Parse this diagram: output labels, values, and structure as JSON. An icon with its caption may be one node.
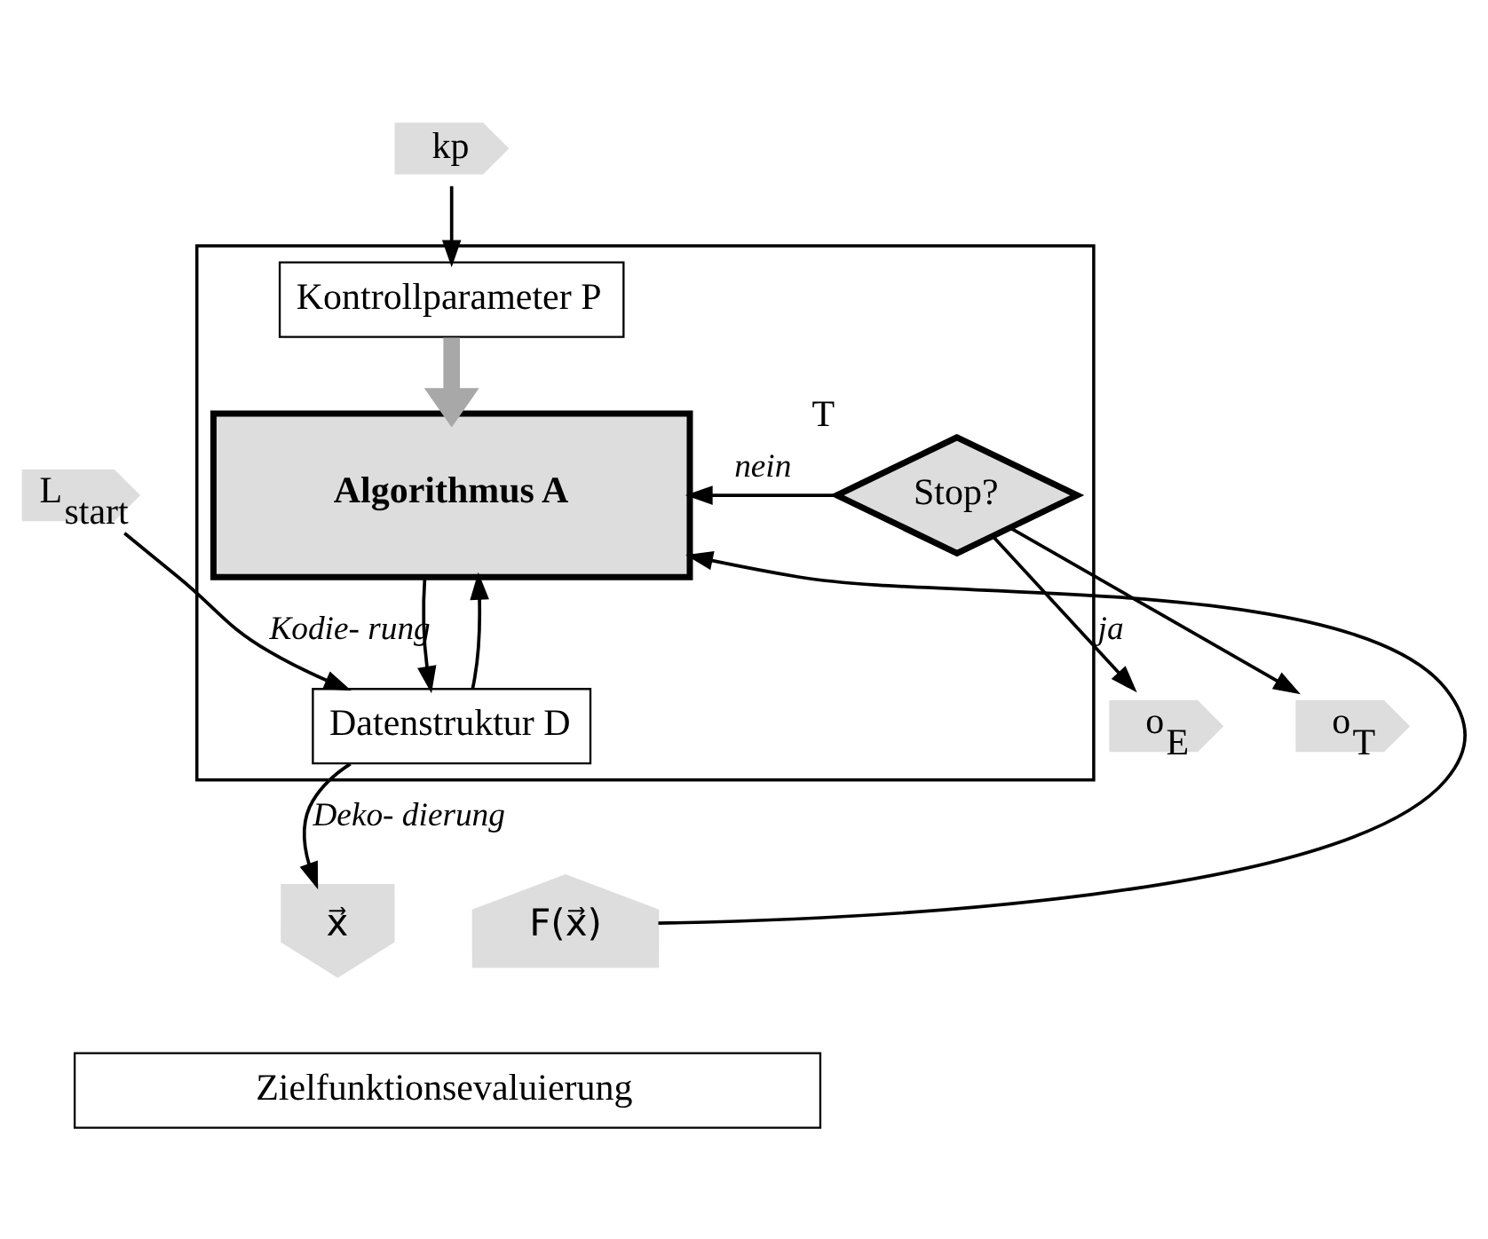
{
  "diagram": {
    "nodes": [
      {
        "text": [],
        "shape": "box"
      },
      {
        "text": [
          "kp"
        ]
      },
      {
        "text": [
          "Kontrollparameter P"
        ],
        "in": 0
      },
      {
        "text": [
          "o$_{E}$"
        ]
      },
      {
        "text": [
          "Algorithmus A"
        ],
        "in": 0
      },
      {
        "text": [
          "Stop?"
        ],
        "in": 0,
        "beside": [
          "T"
        ]
      },
      {
        "text": [
          "L$_{start}$"
        ]
      },
      {
        "text": [
          "Datenstruktur D"
        ],
        "in": 0
      },
      {
        "text": [
          "o$_{T}$"
        ]
      },
      {
        "text": [
          "x⃗"
        ]
      },
      {
        "text": [
          "F(x⃗)"
        ]
      },
      {
        "text": [
          "Zielfunktionsevaluierung"
        ]
      }
    ],
    "edges": [
      {
        "from": 1,
        "to": 2,
        "arrow": "to"
      },
      {
        "from": 2,
        "to": 4,
        "arrow": "to",
        "style": "thick",
        "color": "#a8a8a8"
      },
      {
        "from": 5,
        "to": 4,
        "arrow": "to",
        "label": "nein"
      },
      {
        "from": 5,
        "to": 3,
        "arrow": "to",
        "label": "ja"
      },
      {
        "from": 5,
        "to": 8,
        "arrow": "to"
      },
      {
        "from": 4,
        "to": 7,
        "arrow": "to"
      },
      {
        "from": 7,
        "to": 4,
        "arrow": "to"
      },
      {
        "from": 6,
        "to": 7,
        "arrow": "to",
        "label": "Kodie- rung"
      },
      {
        "from": 7,
        "to": 9,
        "arrow": "to",
        "label": "Deko- dierung"
      },
      {
        "from": 10,
        "to": 4,
        "arrow": "to"
      }
    ]
  }
}
